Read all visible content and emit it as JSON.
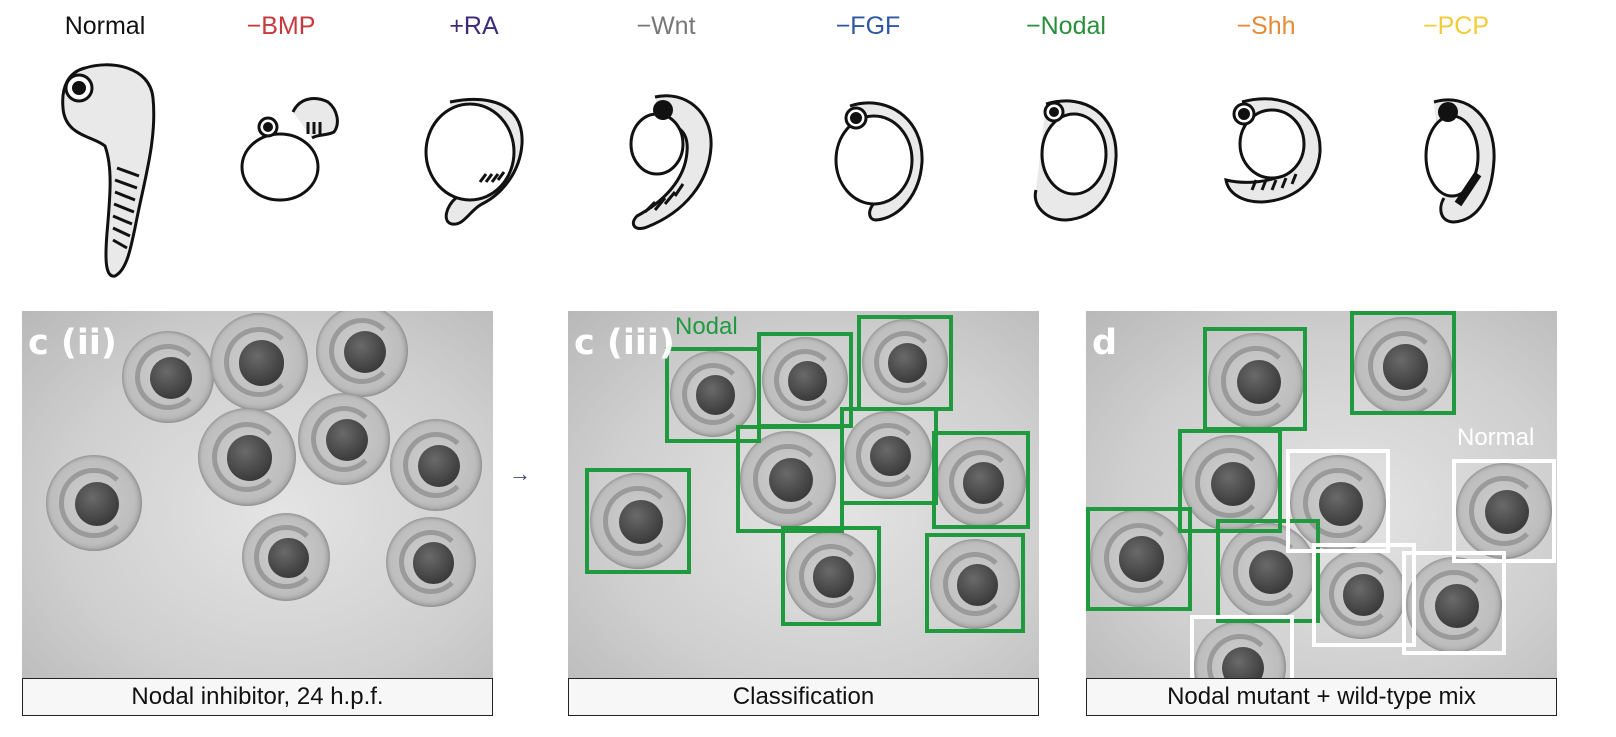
{
  "categories": [
    {
      "label": "Normal",
      "color": "#111111"
    },
    {
      "label": "−BMP",
      "color": "#c8383d"
    },
    {
      "label": "+RA",
      "color": "#3d2a7a"
    },
    {
      "label": "−Wnt",
      "color": "#777777"
    },
    {
      "label": "−FGF",
      "color": "#2f57a6"
    },
    {
      "label": "−Nodal",
      "color": "#2a8f3a"
    },
    {
      "label": "−Shh",
      "color": "#e58b35"
    },
    {
      "label": "−PCP",
      "color": "#f2cc38"
    }
  ],
  "panels": {
    "c_ii": {
      "letter": "c (ii)",
      "caption": "Nodal inhibitor, 24 h.p.f."
    },
    "c_iii": {
      "letter": "c (iii)",
      "caption": "Classification",
      "box_label": "Nodal"
    },
    "d": {
      "letter": "d",
      "caption": "Nodal mutant + wild-type mix",
      "box_label": "Normal"
    }
  },
  "arrow": "→",
  "colors": {
    "nodal_box": "#1f9a3e",
    "normal_box": "#ffffff"
  }
}
